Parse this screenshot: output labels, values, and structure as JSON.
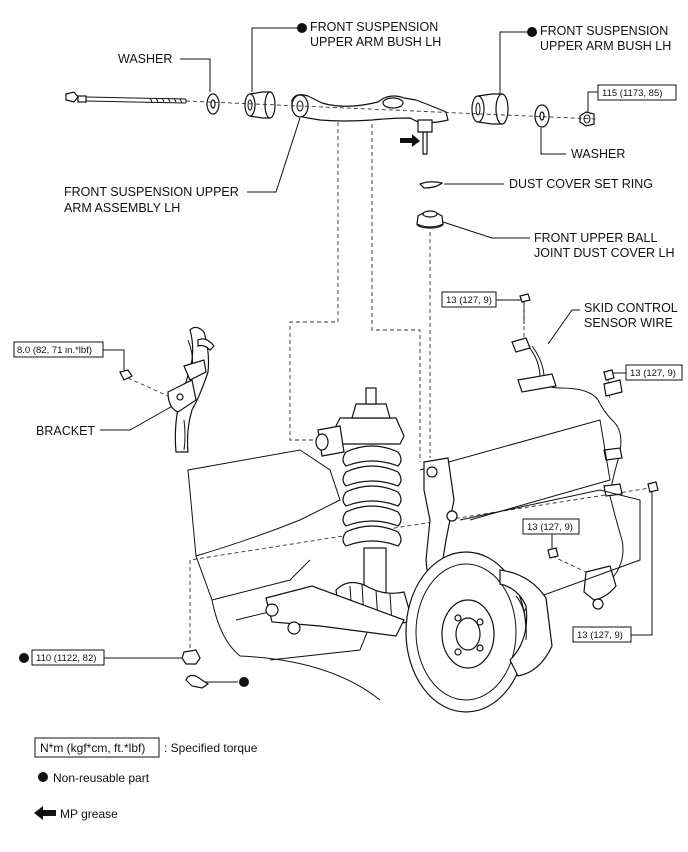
{
  "labels": {
    "bush_left_line1": "FRONT SUSPENSION",
    "bush_left_line2": "UPPER ARM BUSH LH",
    "bush_right_line1": "FRONT SUSPENSION",
    "bush_right_line2": "UPPER ARM BUSH LH",
    "washer_left": "WASHER",
    "washer_right": "WASHER",
    "upper_arm_line1": "FRONT SUSPENSION UPPER",
    "upper_arm_line2": "ARM ASSEMBLY LH",
    "dust_ring": "DUST COVER SET RING",
    "dust_cover_line1": "FRONT UPPER BALL",
    "dust_cover_line2": "JOINT DUST COVER LH",
    "skid_line1": "SKID CONTROL",
    "skid_line2": "SENSOR WIRE",
    "bracket": "BRACKET"
  },
  "torques": {
    "nut_upper": "115 (1173, 85)",
    "sensor_top": "13 (127, 9)",
    "sensor_right": "13 (127, 9)",
    "bracket_bolt": "8.0 (82, 71 in.*lbf)",
    "sensor_lower": "13 (127, 9)",
    "sensor_bottom": "13 (127, 9)",
    "lower_nut": "110 (1122, 82)"
  },
  "legend": {
    "torque_box": "N*m (kgf*cm, ft.*lbf)",
    "torque_text": ": Specified torque",
    "nonreusable": "Non-reusable part",
    "grease": "MP grease"
  },
  "icons": {
    "nonreusable_marker": "filled-circle",
    "grease_marker": "left-arrow"
  }
}
